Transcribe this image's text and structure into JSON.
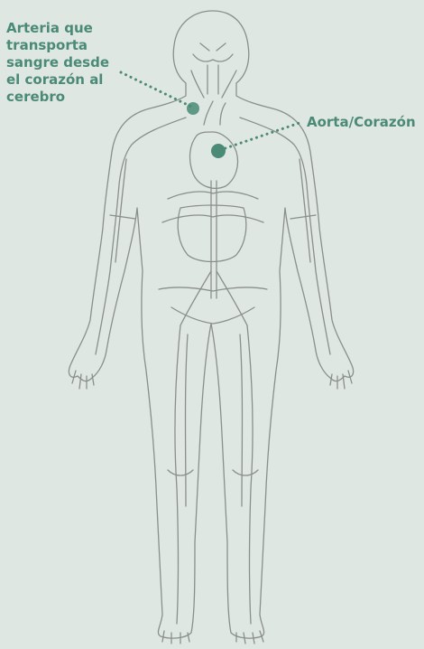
{
  "labels": {
    "carotid": {
      "lines": [
        "Arteria que",
        "transporta",
        "sangre desde",
        "el corazón al",
        "cerebro"
      ]
    },
    "aorta": {
      "text": "Aorta/Corazón"
    }
  },
  "colors": {
    "background": "#dfe7e2",
    "accent": "#4a8a76",
    "outline": "#8a8f8c"
  }
}
